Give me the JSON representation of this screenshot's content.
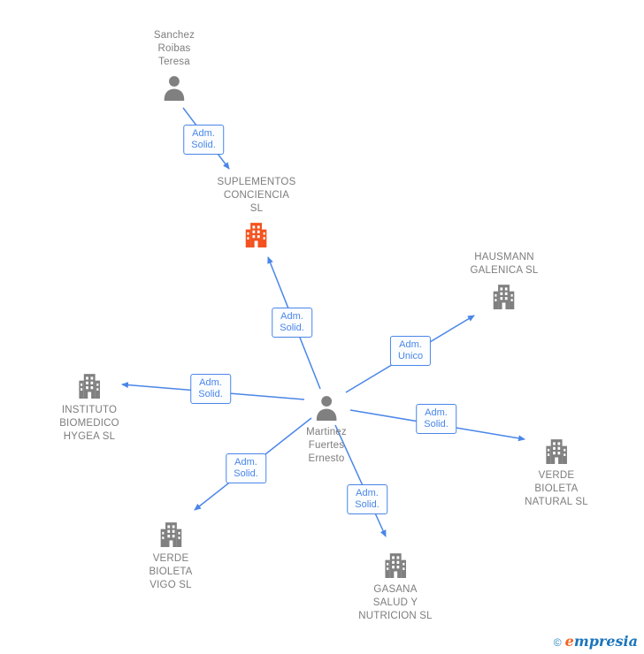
{
  "page": {
    "background": "#ffffff"
  },
  "colors": {
    "arrow_blue": "#4a86e8",
    "icon_gray": "#808080",
    "label_gray": "#7d7d7d",
    "highlight_orange": "#f4511e",
    "brand_blue": "#1b75bc",
    "brand_orange": "#f26522"
  },
  "nodes": {
    "person_sanchez": {
      "type": "person",
      "label": "Sanchez\nRoibas\nTeresa"
    },
    "person_martinez": {
      "type": "person",
      "label": "Martinez\nFuertes\nErnesto"
    },
    "company_suplementos": {
      "type": "company",
      "label": "SUPLEMENTOS\nCONCIENCIA\nSL",
      "highlighted": true
    },
    "company_hausmann": {
      "type": "company",
      "label": "HAUSMANN\nGALENICA SL"
    },
    "company_instituto": {
      "type": "company",
      "label": "INSTITUTO\nBIOMEDICO\nHYGEA SL"
    },
    "company_verde_natural": {
      "type": "company",
      "label": "VERDE\nBIOLETA\nNATURAL SL"
    },
    "company_verde_vigo": {
      "type": "company",
      "label": "VERDE\nBIOLETA\nVIGO SL"
    },
    "company_gasana": {
      "type": "company",
      "label": "GASANA\nSALUD Y\nNUTRICION SL"
    }
  },
  "edges": [
    {
      "from": "Sanchez Roibas Teresa",
      "to": "SUPLEMENTOS CONCIENCIA SL",
      "label": "Adm.\nSolid."
    },
    {
      "from": "Martinez Fuertes Ernesto",
      "to": "SUPLEMENTOS CONCIENCIA SL",
      "label": "Adm.\nSolid."
    },
    {
      "from": "Martinez Fuertes Ernesto",
      "to": "HAUSMANN GALENICA SL",
      "label": "Adm.\nUnico"
    },
    {
      "from": "Martinez Fuertes Ernesto",
      "to": "INSTITUTO BIOMEDICO HYGEA SL",
      "label": "Adm.\nSolid."
    },
    {
      "from": "Martinez Fuertes Ernesto",
      "to": "VERDE BIOLETA NATURAL SL",
      "label": "Adm.\nSolid."
    },
    {
      "from": "Martinez Fuertes Ernesto",
      "to": "VERDE BIOLETA VIGO SL",
      "label": "Adm.\nSolid."
    },
    {
      "from": "Martinez Fuertes Ernesto",
      "to": "GASANA SALUD Y NUTRICION SL",
      "label": "Adm.\nSolid."
    }
  ],
  "footer": {
    "copyright": "©",
    "brand_initial": "e",
    "brand_rest": "mpresia"
  }
}
